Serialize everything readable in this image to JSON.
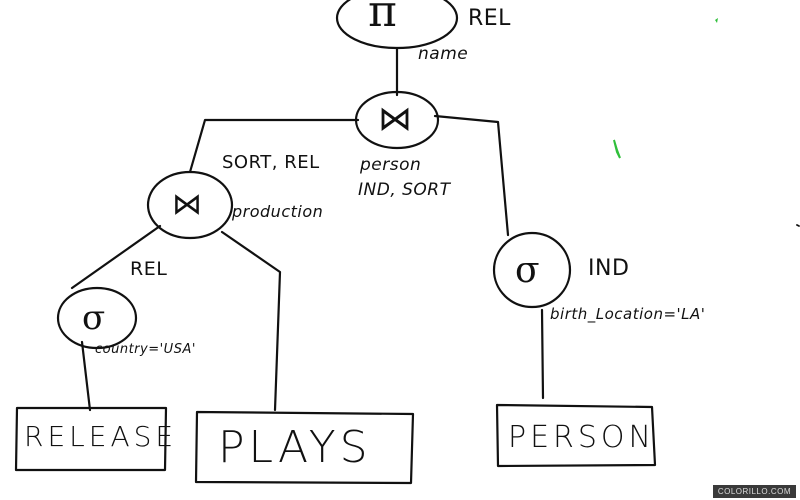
{
  "diagram": {
    "nodes": {
      "projection": {
        "symbol": "π",
        "annotation": "REL",
        "condition": "name"
      },
      "top_join": {
        "symbol": "⋈",
        "condition_line1": "person",
        "condition_line2": "IND, SORT"
      },
      "left_join": {
        "symbol": "⋈",
        "annotation": "SORT, REL",
        "condition": "production"
      },
      "release_select": {
        "symbol": "σ",
        "annotation": "REL",
        "condition": "country='USA'"
      },
      "person_select": {
        "symbol": "σ",
        "annotation": "IND",
        "condition": "birth_Location='LA'"
      }
    },
    "relations": {
      "release": "RELEASE",
      "plays": "PLAYS",
      "person": "PERSON"
    }
  },
  "watermark": "COLORILLO.COM",
  "colors": {
    "ink": "#111111",
    "accent_green": "#2fbf3a",
    "watermark_bg": "#3a3a3a"
  }
}
